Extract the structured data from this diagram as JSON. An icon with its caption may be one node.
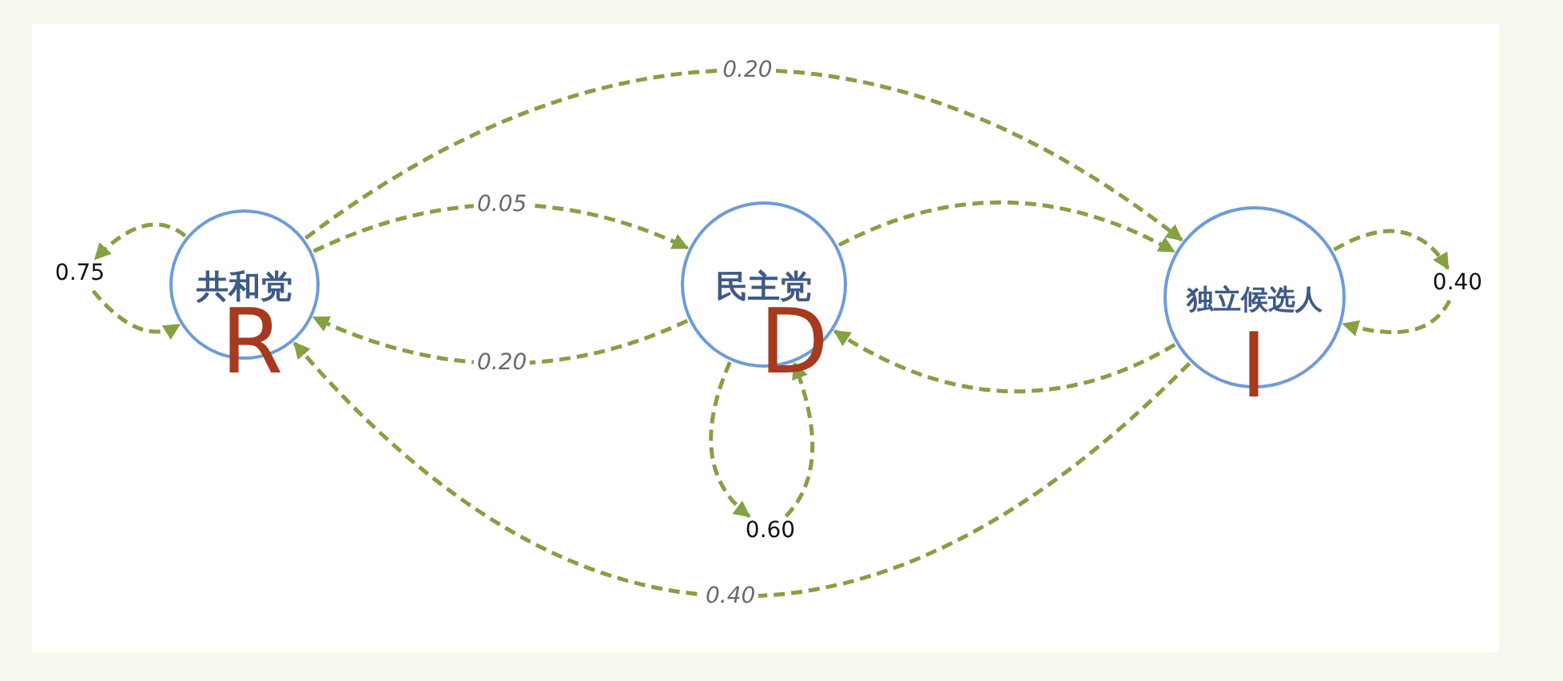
{
  "diagram": {
    "nodes": [
      {
        "text": [
          "共和党",
          "R"
        ]
      },
      {
        "text": [
          "民主党",
          "D"
        ]
      },
      {
        "text": [
          "独立候选人",
          "I"
        ]
      },
      {
        "text": [
          "0.75"
        ]
      },
      {
        "text": [
          "0.60"
        ]
      },
      {
        "text": [
          "0.40"
        ]
      }
    ],
    "edges": [
      {
        "from": 0,
        "to": 3,
        "arrow": "to",
        "style": "dashed"
      },
      {
        "from": 3,
        "to": 0,
        "arrow": "to",
        "style": "dashed"
      },
      {
        "from": 0,
        "to": 1,
        "arrow": "to",
        "style": "dashed",
        "label": "0.05"
      },
      {
        "from": 1,
        "to": 0,
        "arrow": "to",
        "style": "dashed",
        "label": "0.20"
      },
      {
        "from": 0,
        "to": 2,
        "arrow": "to",
        "style": "dashed",
        "label": "0.20"
      },
      {
        "from": 1,
        "to": 2,
        "arrow": "to",
        "style": "dashed"
      },
      {
        "from": 2,
        "to": 1,
        "arrow": "to",
        "style": "dashed"
      },
      {
        "from": 1,
        "to": 4,
        "arrow": "to",
        "style": "dashed"
      },
      {
        "from": 4,
        "to": 1,
        "arrow": "to",
        "style": "dashed"
      },
      {
        "from": 2,
        "to": 5,
        "arrow": "to",
        "style": "dashed"
      },
      {
        "from": 5,
        "to": 2,
        "arrow": "to",
        "style": "dashed"
      },
      {
        "from": 2,
        "to": 0,
        "arrow": "to",
        "style": "dashed",
        "label": "0.40"
      }
    ]
  }
}
